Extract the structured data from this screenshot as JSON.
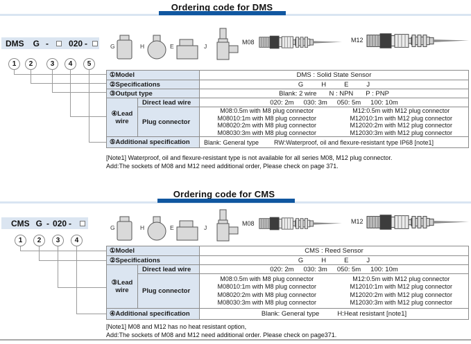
{
  "colors": {
    "accent_blue": "#1057a0",
    "panel_blue": "#dbe5f1",
    "border_gray": "#8a8a8a"
  },
  "dms": {
    "title": "Ordering code for DMS",
    "code": {
      "model": "DMS",
      "spec": "G",
      "dash1": "-",
      "lead": "020",
      "dash2": "-"
    },
    "callouts": [
      "1",
      "2",
      "3",
      "4",
      "5"
    ],
    "icons": {
      "g": "G",
      "h": "H",
      "e": "E",
      "j": "J"
    },
    "connectors": {
      "m08": "M08",
      "m12": "M12"
    },
    "table": {
      "model_label": "①Model",
      "model_value": "DMS : Solid State Sensor",
      "spec_label": "②Specifications",
      "spec_values": [
        "G",
        "H",
        "E",
        "J"
      ],
      "output_label": "③Output type",
      "output_values": [
        "Blank: 2 wire",
        "N : NPN",
        "P : PNP"
      ],
      "lead_label": "④Lead wire",
      "direct_label": "Direct lead wire",
      "direct_values": [
        "020: 2m",
        "030: 3m",
        "050: 5m",
        "100: 10m"
      ],
      "plug_label": "Plug connector",
      "plug_m08": [
        "M08:0.5m with M8 plug connector",
        "M08010:1m with M8 plug connector",
        "M08020:2m with M8 plug connector",
        "M08030:3m with M8 plug connector"
      ],
      "plug_m12": [
        "M12:0.5m with M12 plug connector",
        "M12010:1m with M12 plug connector",
        "M12020:2m with M12 plug connector",
        "M12030:3m with M12 plug connector"
      ],
      "additional_label": "⑤Additional specification",
      "additional_left": "Blank: General type",
      "additional_right": "RW:Waterproof, oil and flexure-resistant type IP68 [note1]"
    },
    "notes": [
      "[Note1] Waterproof, oil and flexure-resistant type is not available for all series M08, M12 plug connector.",
      "Add:The sockets of M08 and M12 need additional order, Please check on page 371."
    ]
  },
  "cms": {
    "title": "Ordering code for CMS",
    "code": {
      "model": "CMS",
      "spec": "G",
      "dash1": "-",
      "lead": "020",
      "dash2": "-"
    },
    "callouts": [
      "1",
      "2",
      "3",
      "4"
    ],
    "icons": {
      "g": "G",
      "h": "H",
      "e": "E",
      "j": "J"
    },
    "connectors": {
      "m08": "M08",
      "m12": "M12"
    },
    "table": {
      "model_label": "①Model",
      "model_value": "CMS : Reed Sensor",
      "spec_label": "②Specifications",
      "spec_values": [
        "G",
        "H",
        "E",
        "J"
      ],
      "lead_label": "③Lead wire",
      "direct_label": "Direct lead wire",
      "direct_values": [
        "020: 2m",
        "030: 3m",
        "050: 5m",
        "100: 10m"
      ],
      "plug_label": "Plug connector",
      "plug_m08": [
        "M08:0.5m with M8 plug connector",
        "M08010:1m with M8 plug connector",
        "M08020:2m with M8 plug connector",
        "M08030:3m with M8 plug connector"
      ],
      "plug_m12": [
        "M12:0.5m with M12 plug connector",
        "M12010:1m with M12 plug connector",
        "M12020:2m with M12 plug connector",
        "M12030:3m with M12 plug connector"
      ],
      "additional_label": "④Additional specification",
      "additional_left": "Blank: General type",
      "additional_right": "H:Heat resistant  [note1]"
    },
    "notes": [
      "[Note1] M08 and M12 has no heat resistant option,",
      "Add:The sockets of M08 and M12 need additional order. Please check on page371."
    ]
  }
}
